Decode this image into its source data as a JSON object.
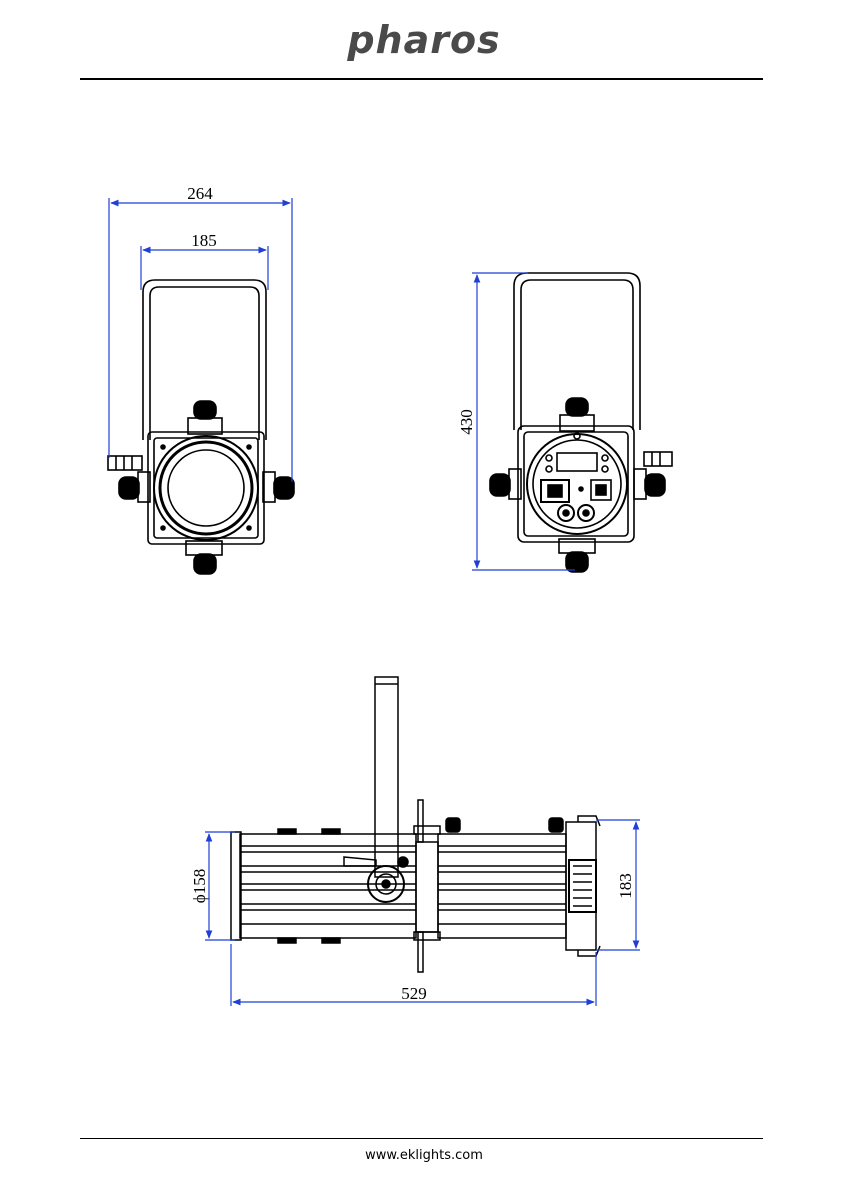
{
  "header": {
    "brand": "pharos"
  },
  "footer": {
    "url": "www.eklights.com"
  },
  "colors": {
    "dimension_line": "#1f3fd6",
    "outline": "#000000",
    "logo": "#4a4a4a"
  },
  "front_view": {
    "overall_width": "264",
    "yoke_width": "185"
  },
  "rear_view": {
    "height": "430"
  },
  "side_view": {
    "lens_diameter": "ϕ158",
    "body_height": "183",
    "length": "529"
  }
}
